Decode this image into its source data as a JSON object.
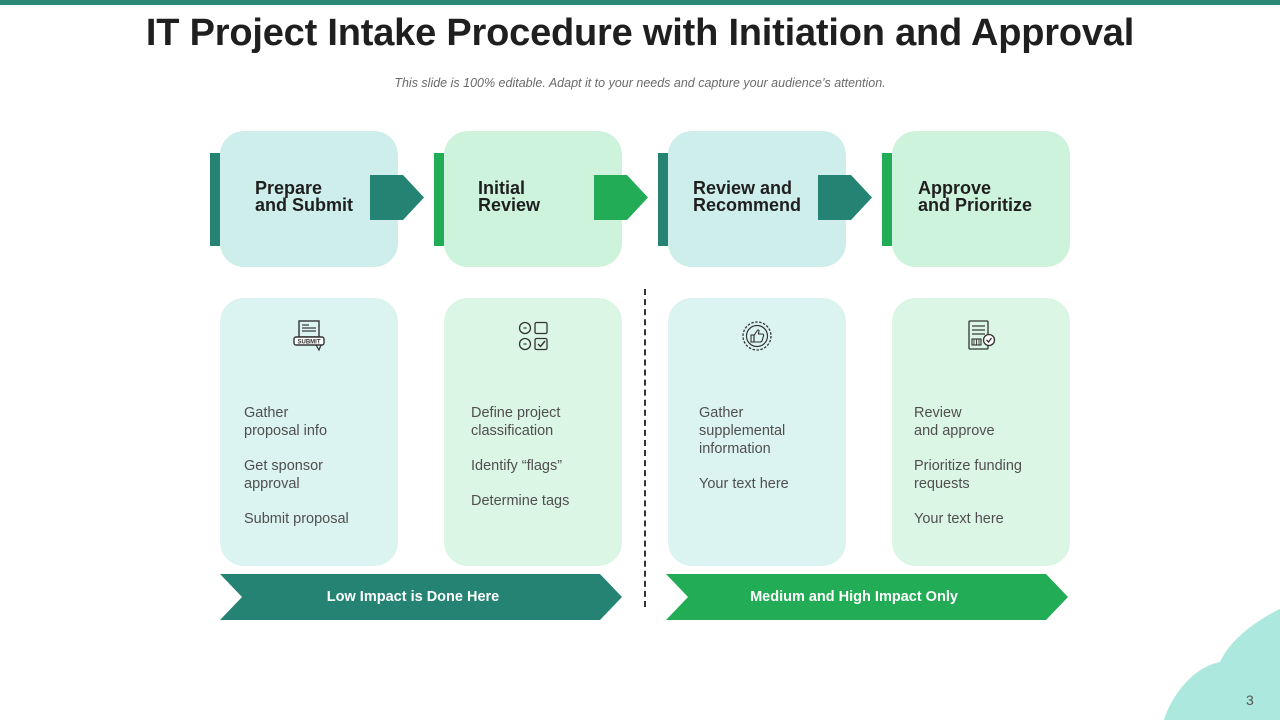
{
  "title": "IT Project Intake Procedure with Initiation and Approval",
  "subtitle": "This slide is 100% editable. Adapt it to your needs and capture your audience’s attention.",
  "colors": {
    "teal_dark": "#258373",
    "green": "#22ac55",
    "teal_light": "#cdeeea",
    "green_light": "#cdf3dc",
    "card_teal": "#dcf4f1",
    "card_green": "#dcf6e6",
    "blob": "#ade8df"
  },
  "steps": [
    {
      "label": "Prepare\nand Submit",
      "icon": "submit-form-icon",
      "items": [
        "Gather\nproposal info",
        "Get sponsor\napproval",
        "Submit proposal"
      ]
    },
    {
      "label": "Initial\nReview",
      "icon": "classification-grid-icon",
      "items": [
        "Define project\nclassification",
        "Identify “flags”",
        "Determine tags"
      ]
    },
    {
      "label": "Review and\nRecommend",
      "icon": "thumbs-up-badge-icon",
      "items": [
        "Gather\nsupplemental\ninformation",
        "Your text here"
      ]
    },
    {
      "label": "Approve\nand Prioritize",
      "icon": "approved-document-icon",
      "items": [
        "Review\nand approve",
        "Prioritize funding\nrequests",
        "Your text here"
      ]
    }
  ],
  "banners": {
    "low": "Low Impact is Done Here",
    "high": "Medium and High Impact Only"
  },
  "page_number": "3"
}
